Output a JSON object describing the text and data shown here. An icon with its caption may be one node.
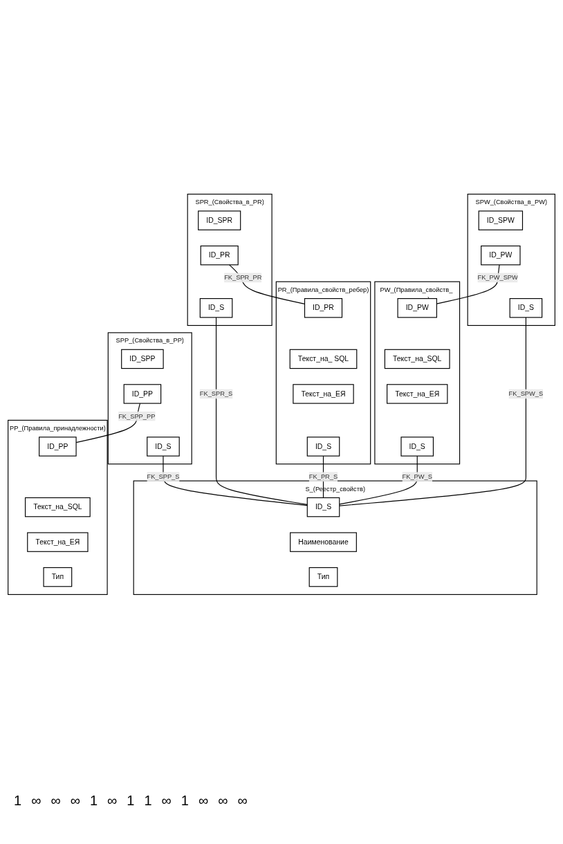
{
  "diagram": {
    "nodes": [
      {
        "text": [
          "SPP_(Свойства_в_PP)"
        ]
      },
      {
        "text": [
          "ID_SPP"
        ],
        "in": 0
      },
      {
        "text": [
          "ID_PP"
        ],
        "in": 0
      },
      {
        "text": [
          "ID_S"
        ],
        "in": 0
      },
      {
        "text": [
          "PP_(Правила_принадлежности)"
        ]
      },
      {
        "text": [
          "ID_PP"
        ],
        "in": 4
      },
      {
        "text": [
          "Текст_на_SQL"
        ],
        "in": 4
      },
      {
        "text": [
          "Текст_на_ЕЯ"
        ],
        "in": 4
      },
      {
        "text": [
          "Тип"
        ],
        "in": 4
      },
      {
        "text": [
          "SPR_(Свойства_в_PR)"
        ]
      },
      {
        "text": [
          "ID_SPR"
        ],
        "in": 9
      },
      {
        "text": [
          "ID_PR"
        ],
        "in": 9
      },
      {
        "text": [
          "ID_S"
        ],
        "in": 9
      },
      {
        "text": [
          "PR_(Правила_свойств_ребер)"
        ]
      },
      {
        "text": [
          "ID_PR"
        ],
        "in": 13
      },
      {
        "text": [
          "Текст_на_ SQL"
        ],
        "in": 13
      },
      {
        "text": [
          "Текст_на_ЕЯ"
        ],
        "in": 13
      },
      {
        "text": [
          "ID_S"
        ],
        "in": 13
      },
      {
        "text": [
          "S_(Реестр_свойств)"
        ]
      },
      {
        "text": [
          "ID_S"
        ],
        "in": 18
      },
      {
        "text": [
          "Наименование"
        ],
        "in": 18
      },
      {
        "text": [
          "Тип"
        ],
        "in": 18
      },
      {
        "text": [
          "PW_(Правила_свойств_ вершин)"
        ]
      },
      {
        "text": [
          "ID_PW"
        ],
        "in": 22
      },
      {
        "text": [
          "Текст_на_SQL"
        ],
        "in": 22
      },
      {
        "text": [
          "Текст_на_ЕЯ"
        ],
        "in": 22
      },
      {
        "text": [
          "ID_S"
        ],
        "in": 22
      },
      {
        "text": [
          "SPW_(Свойства_в_PW)"
        ]
      },
      {
        "text": [
          "ID_SPW"
        ],
        "in": 27
      },
      {
        "text": [
          "ID_PW"
        ],
        "in": 27
      },
      {
        "text": [
          "ID_S"
        ],
        "in": 27
      }
    ],
    "edges": [
      {
        "from": 2,
        "to": 5,
        "arrow": "none",
        "label": "FK_SPP_PP"
      },
      {
        "from": 3,
        "to": 19,
        "arrow": "none",
        "label": "FK_SPP_S"
      },
      {
        "from": 11,
        "to": 14,
        "arrow": "none",
        "label": "FK_SPR_PR"
      },
      {
        "from": 12,
        "to": 19,
        "arrow": "none",
        "label": "FK_SPR_S"
      },
      {
        "from": 17,
        "to": 19,
        "arrow": "none",
        "label": "FK_PR_S"
      },
      {
        "from": 29,
        "to": 23,
        "arrow": "none",
        "label": "FK_PW_SPW"
      },
      {
        "from": 26,
        "to": 19,
        "arrow": "none",
        "label": "FK_PW_S"
      },
      {
        "from": 30,
        "to": 19,
        "arrow": "none",
        "label": "FK_SPW_S"
      }
    ],
    "labels": [
      "1",
      "∞",
      "∞",
      "∞",
      "1",
      "∞",
      "1",
      "1",
      "∞",
      "1",
      "∞",
      "∞",
      "∞"
    ]
  }
}
